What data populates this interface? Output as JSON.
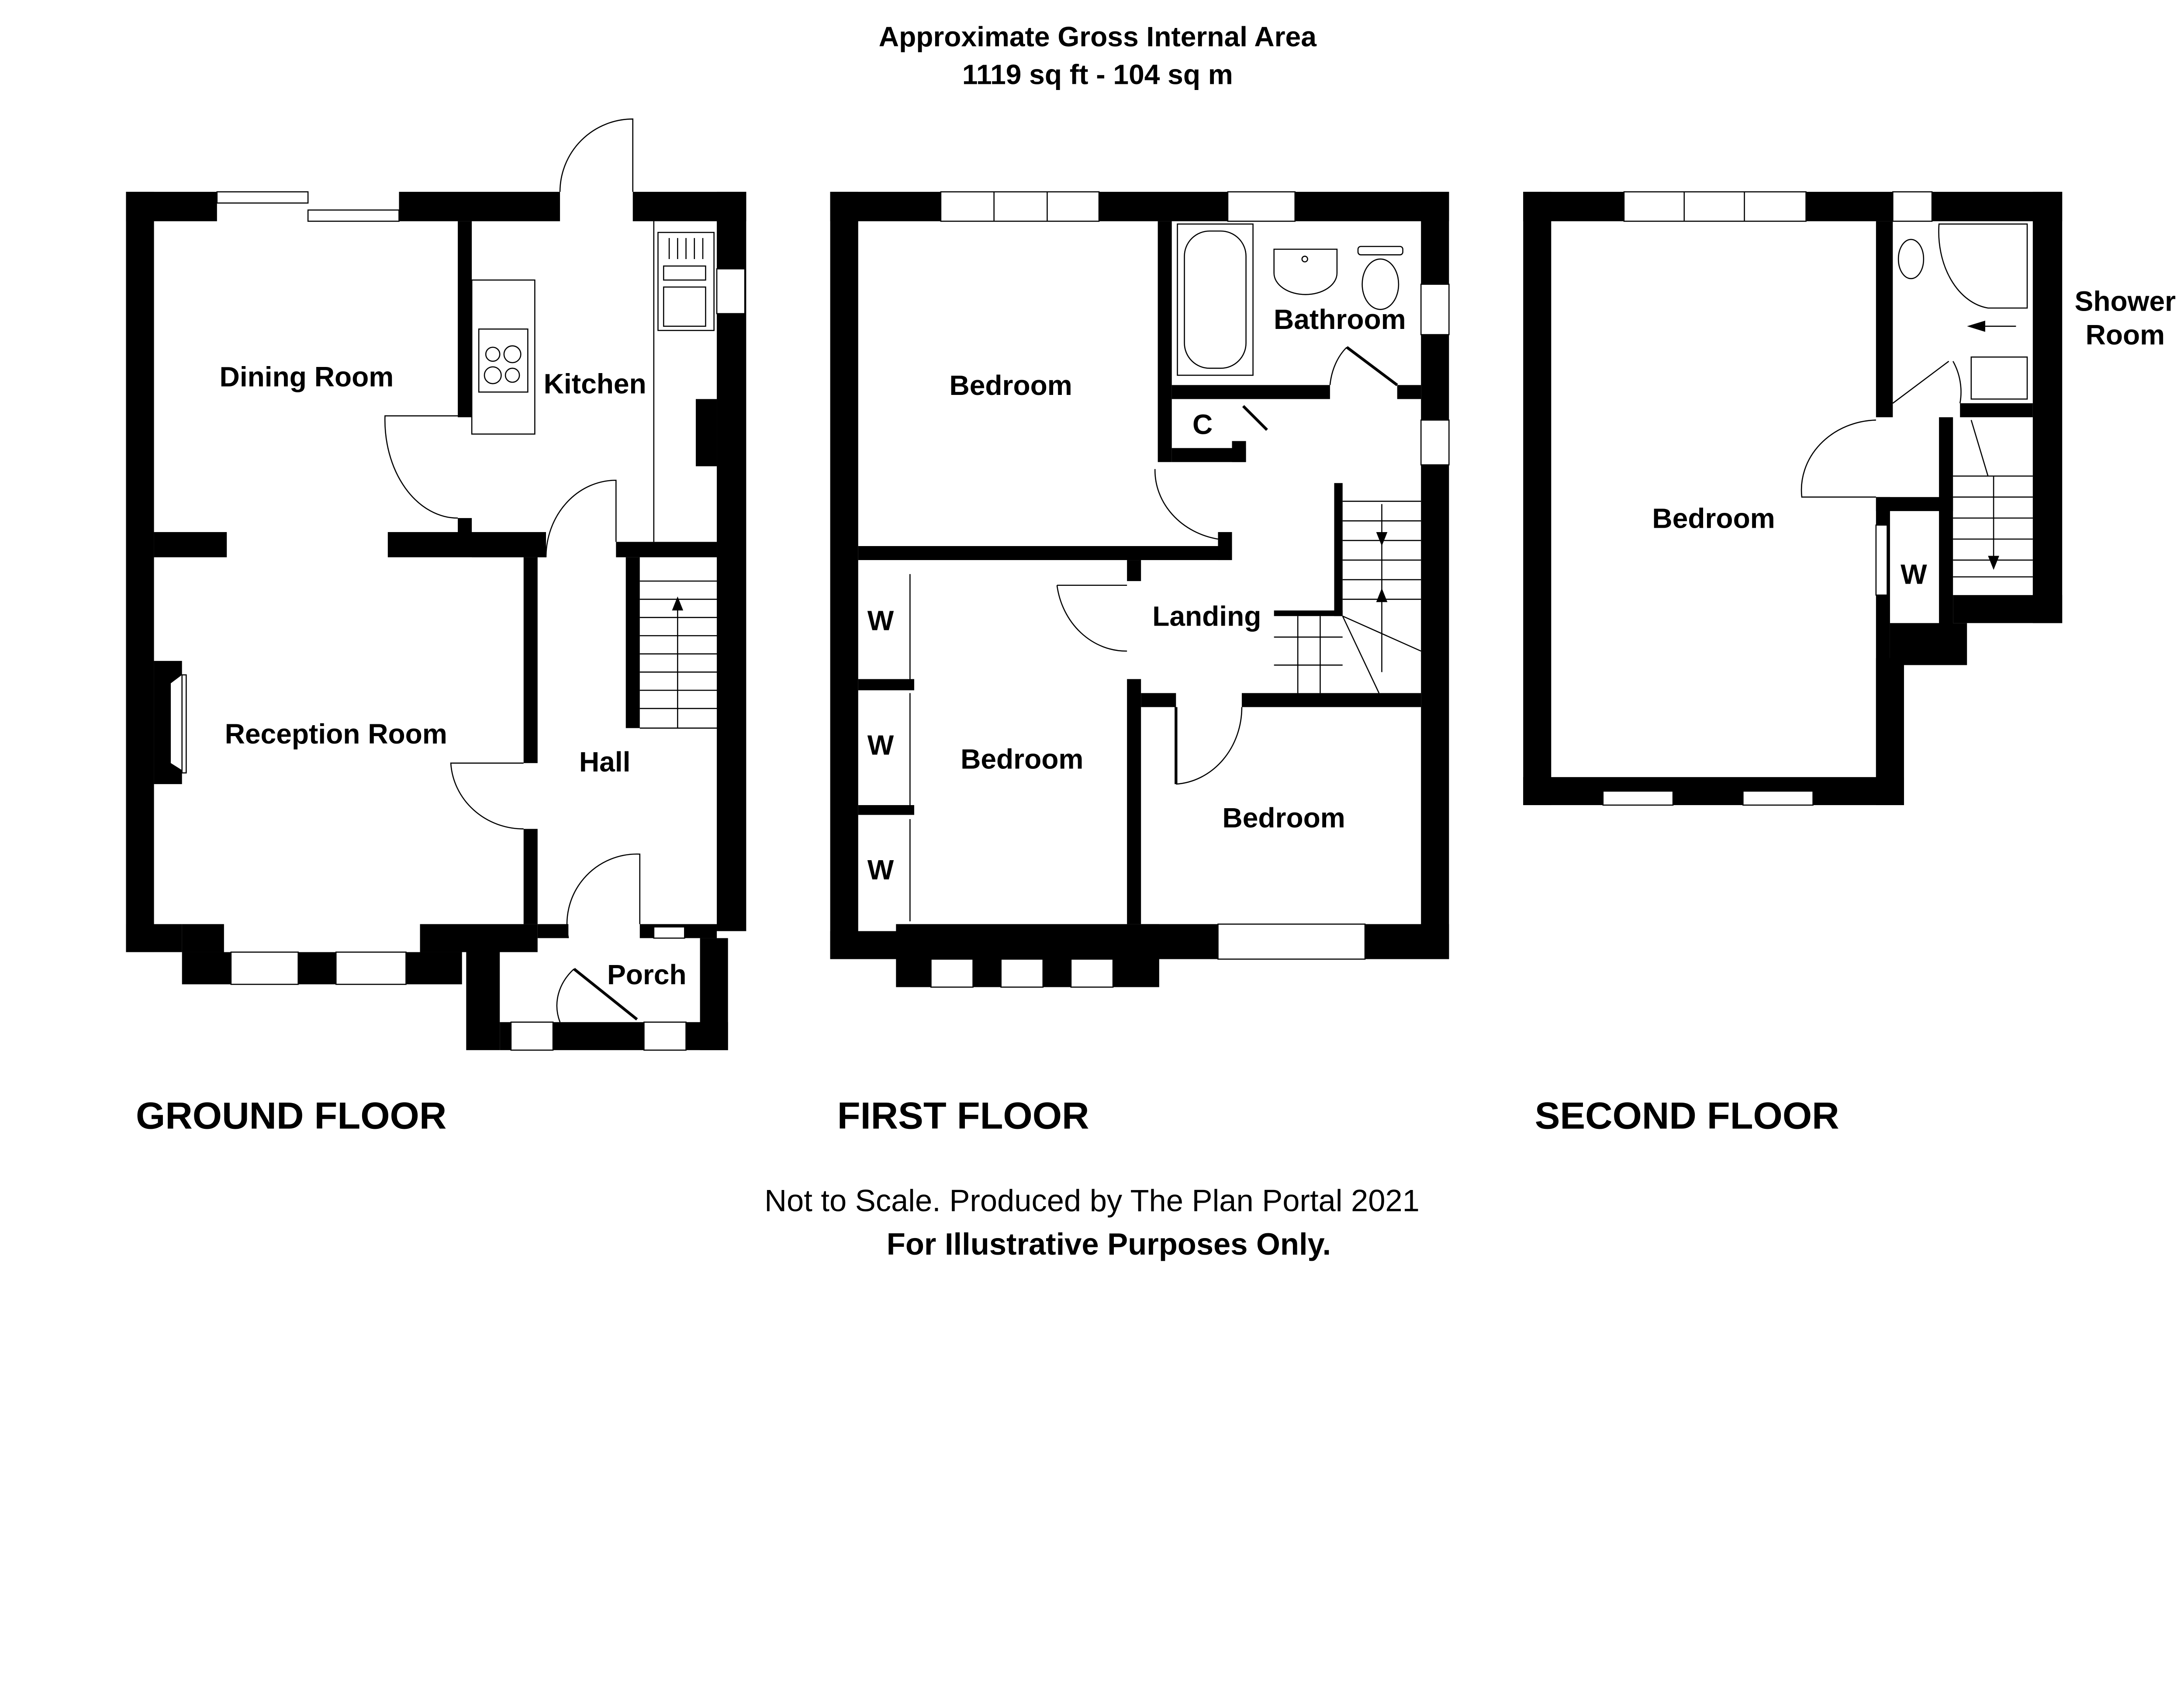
{
  "header": {
    "title": "Approximate Gross Internal Area",
    "area": "1119 sq ft - 104 sq m"
  },
  "floors": {
    "ground": {
      "label": "GROUND FLOOR",
      "rooms": {
        "dining": "Dining Room",
        "kitchen": "Kitchen",
        "reception": "Reception Room",
        "hall": "Hall",
        "porch": "Porch"
      }
    },
    "first": {
      "label": "FIRST FLOOR",
      "rooms": {
        "bedroom1": "Bedroom",
        "bathroom": "Bathroom",
        "cupboard": "C",
        "landing": "Landing",
        "bedroom2": "Bedroom",
        "bedroom3": "Bedroom",
        "wardrobe": "W"
      }
    },
    "second": {
      "label": "SECOND FLOOR",
      "rooms": {
        "bedroom": "Bedroom",
        "shower1": "Shower",
        "shower2": "Room",
        "wardrobe": "W"
      }
    }
  },
  "footer": {
    "disclaimer": "Not to Scale. Produced by The Plan Portal 2021",
    "illustrative": "For Illustrative Purposes Only."
  },
  "colors": {
    "walls": "#000000",
    "background": "#ffffff"
  }
}
